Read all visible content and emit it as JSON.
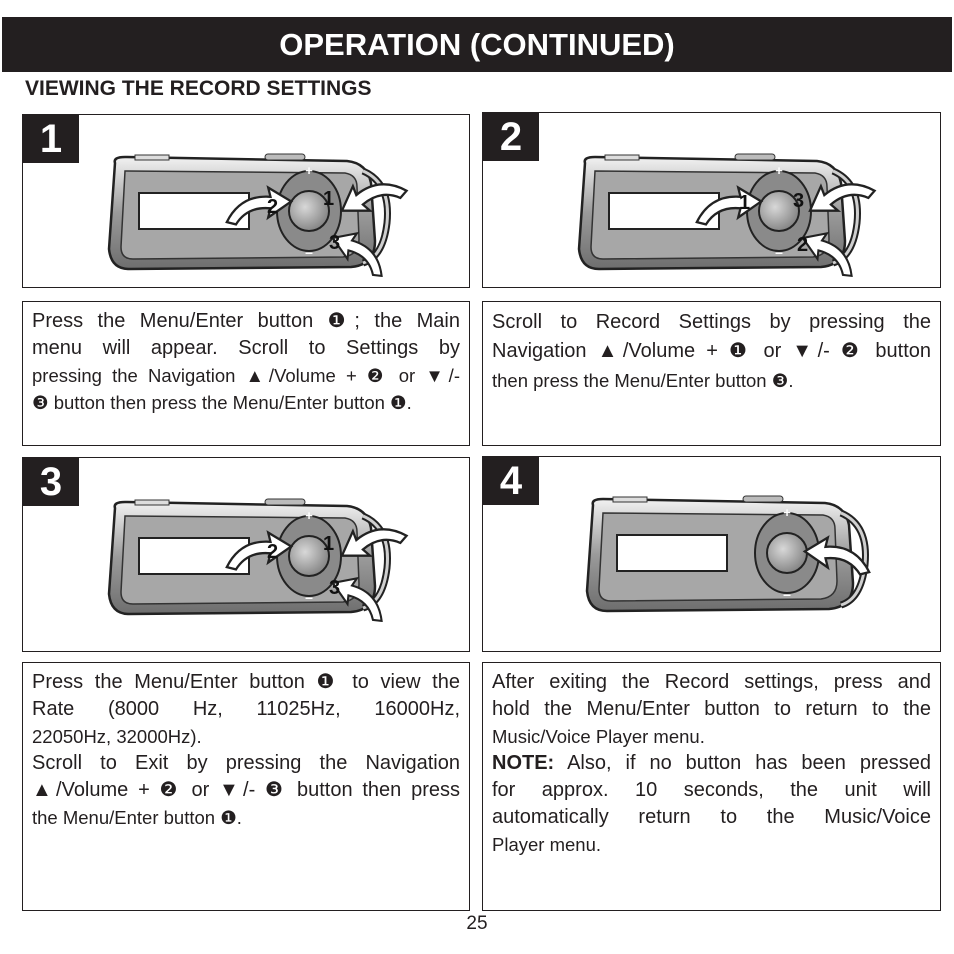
{
  "header": {
    "title": "OPERATION (CONTINUED)",
    "subtitle": "VIEWING THE RECORD SETTINGS"
  },
  "steps": [
    {
      "number": "1",
      "callouts": [
        "2",
        "1",
        "3"
      ],
      "lines": [
        "Press the Menu/Enter button ❶; the Main",
        "menu will appear. Scroll to Settings by",
        "pressing the Navigation ▲/Volume + ❷ or ▼/-",
        "❸ button then press the Menu/Enter button ❶."
      ]
    },
    {
      "number": "2",
      "callouts": [
        "1",
        "3",
        "2"
      ],
      "lines": [
        "Scroll to Record Settings by pressing the",
        "Navigation ▲/Volume + ❶ or ▼/- ❷ button",
        "then press the Menu/Enter button ❸."
      ]
    },
    {
      "number": "3",
      "callouts": [
        "2",
        "1",
        "3"
      ],
      "lines": [
        "Press the Menu/Enter button ❶ to view the",
        "Rate (8000 Hz, 11025Hz, 16000Hz,",
        "22050Hz, 32000Hz).",
        "Scroll to Exit by pressing the Navigation",
        "▲/Volume + ❷ or ▼/- ❸ button then press",
        "the Menu/Enter button ❶."
      ]
    },
    {
      "number": "4",
      "lines": [
        "After exiting the Record settings, press and",
        "hold the Menu/Enter button to return to the",
        "Music/Voice Player menu."
      ],
      "note_label": "NOTE:",
      "note_lines": [
        "Also, if no button has been pressed",
        "for approx. 10 seconds, the unit will",
        "automatically return to the Music/Voice",
        "Player menu."
      ]
    }
  ],
  "page_number": "25"
}
